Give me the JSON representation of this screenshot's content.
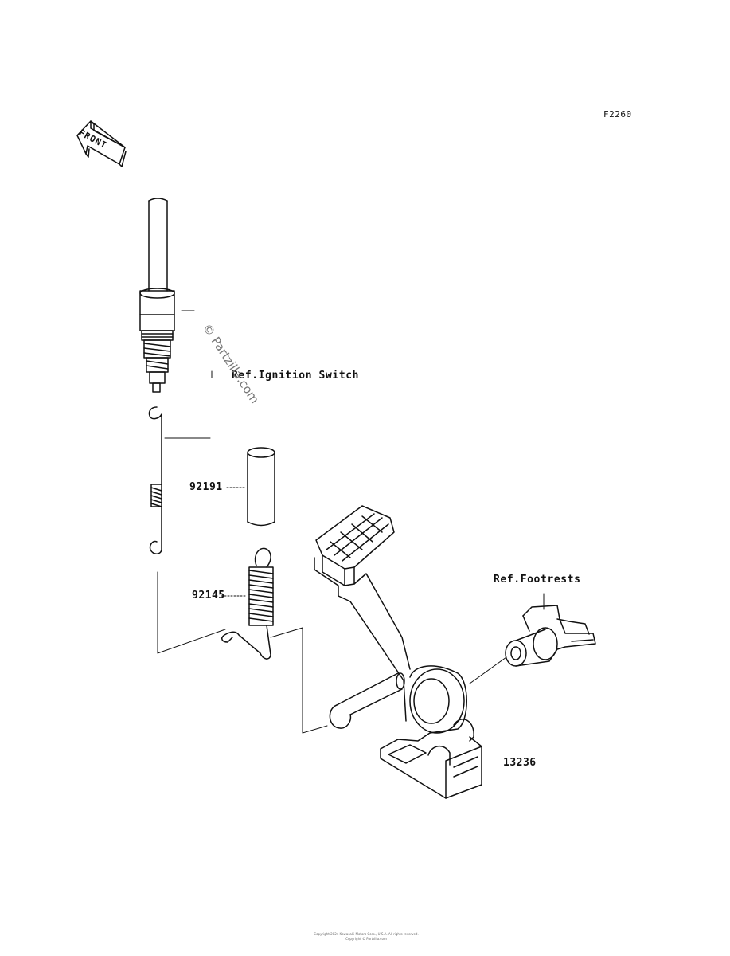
{
  "figure": {
    "code": "F2260"
  },
  "front_arrow": {
    "label": "FRONT"
  },
  "references": {
    "ignition_switch": "Ref.Ignition Switch",
    "footrests": "Ref.Footrests"
  },
  "parts": {
    "pipe": "92191",
    "spring": "92145",
    "brake_pedal": "13236"
  },
  "watermark": "© Partzilla.com",
  "copyright": {
    "line1": "Copyright 2024 Kawasaki Motors Corp., U.S.A. All rights reserved.",
    "line2": "Copyright © Partzilla.com"
  }
}
